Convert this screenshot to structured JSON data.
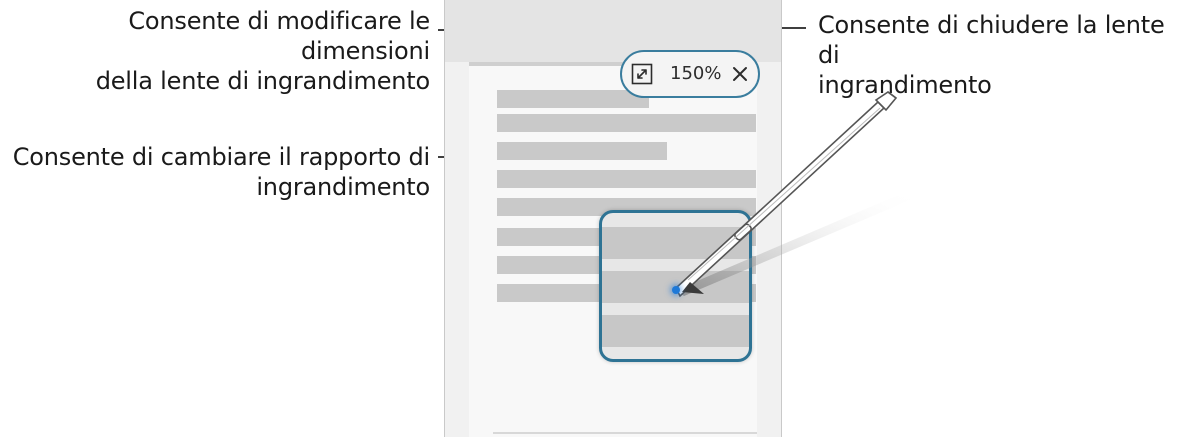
{
  "annotations": {
    "resize": {
      "lines": [
        "Consente di modificare le dimensioni",
        "della lente di ingrandimento"
      ]
    },
    "zoom": {
      "lines": [
        "Consente di cambiare il rapporto di",
        "ingrandimento"
      ]
    },
    "close": {
      "lines": [
        "Consente di chiudere la lente di",
        "ingrandimento"
      ]
    }
  },
  "magnifier": {
    "zoom_label": "150%"
  },
  "icons": [
    "resize-icon",
    "close-icon",
    "pen-icon"
  ],
  "colors": {
    "accent": "#2e7394",
    "pen_tip": "#1e79d8"
  }
}
